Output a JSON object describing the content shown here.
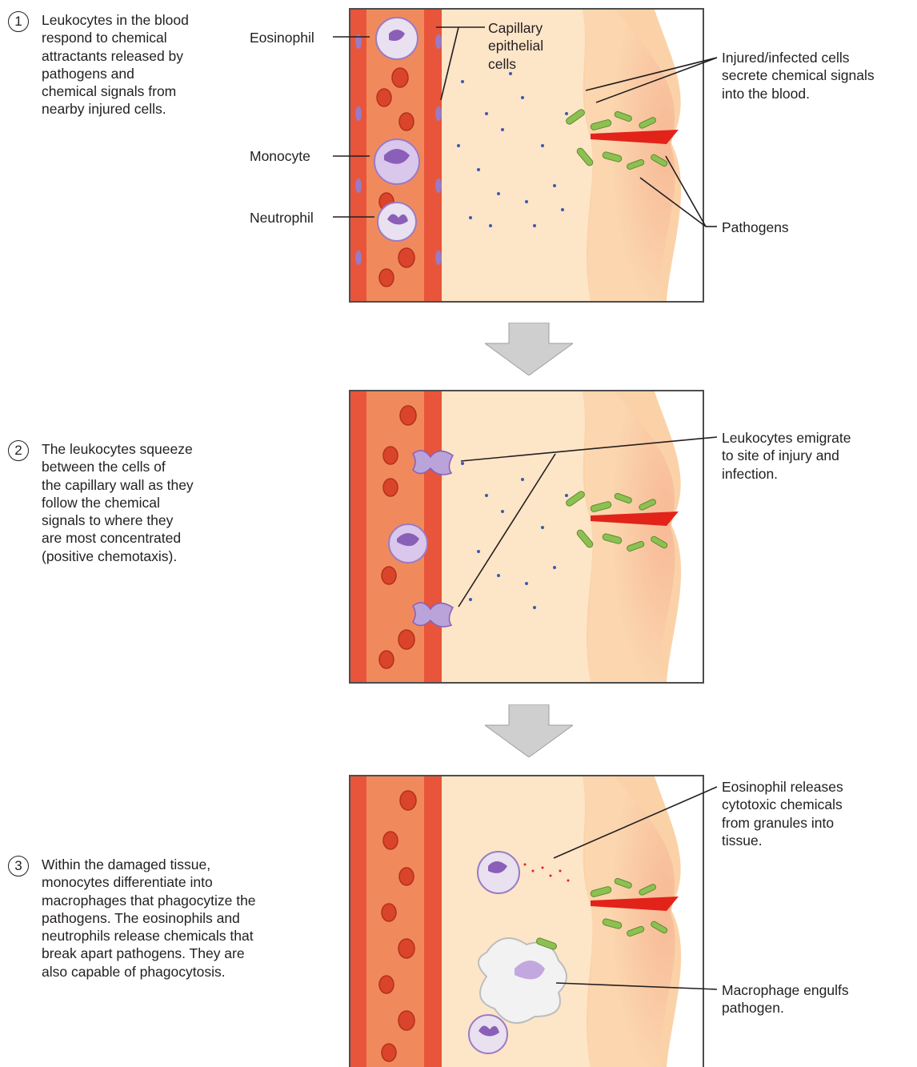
{
  "steps": [
    {
      "number": "1",
      "text": "Leukocytes in the blood\nrespond to chemical\nattractants released by\npathogens and\nchemical signals from\nnearby injured cells."
    },
    {
      "number": "2",
      "text": "The leukocytes squeeze\nbetween the cells of\nthe capillary wall as they\nfollow the chemical\nsignals to where they\nare most concentrated\n(positive chemotaxis)."
    },
    {
      "number": "3",
      "text": "Within the damaged tissue,\nmonocytes differentiate into\nmacrophages that phagocytize the\npathogens. The eosinophils and\nneutrophils release chemicals that\nbreak apart pathogens. They are\nalso capable of phagocytosis."
    }
  ],
  "labels": {
    "eosinophil": "Eosinophil",
    "monocyte": "Monocyte",
    "neutrophil": "Neutrophil",
    "capillary_epithelial": "Capillary\nepithelial\ncells",
    "injured_cells": "Injured/infected cells\nsecrete chemical signals\ninto the blood.",
    "pathogens": "Pathogens",
    "emigrate": "Leukocytes emigrate\nto site of injury and\ninfection.",
    "eosinophil_releases": "Eosinophil releases\ncytotoxic chemicals\nfrom granules into\ntissue.",
    "macrophage_engulfs": "Macrophage engulfs\npathogen."
  },
  "colors": {
    "blood_vessel": "#e8553a",
    "vessel_lumen": "#f08a5d",
    "red_blood_cell": "#d9442b",
    "tissue": "#fbd9b4",
    "leukocyte": "#9a7bc4",
    "pathogen": "#8cc152",
    "chemical_signal": "#3d5ba8",
    "wound": "#e2231a",
    "arrow": "#cfcfcf"
  }
}
